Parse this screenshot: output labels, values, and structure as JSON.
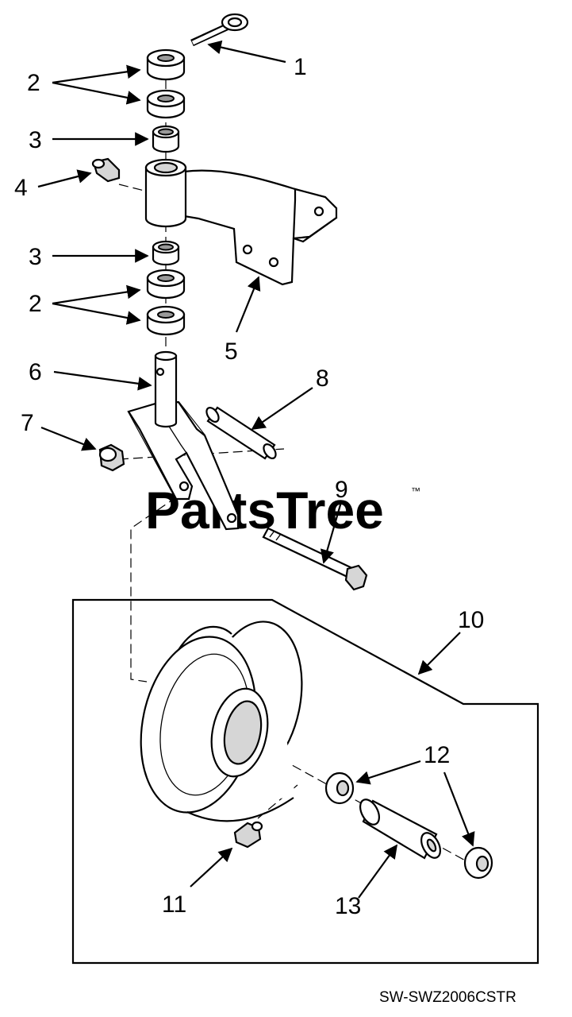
{
  "callouts": {
    "c1": "1",
    "c2a": "2",
    "c3a": "3",
    "c4": "4",
    "c3b": "3",
    "c5": "5",
    "c2b": "2",
    "c6": "6",
    "c7": "7",
    "c8": "8",
    "c9": "9",
    "c10": "10",
    "c11": "11",
    "c12": "12",
    "c13": "13"
  },
  "watermark": {
    "text": "PartsTree",
    "trademark": "™"
  },
  "part_code": "SW-SWZ2006CSTR",
  "colors": {
    "line": "#000000",
    "background": "#ffffff",
    "watermark": "#e2e2e2",
    "part_shade": "#d6d6d6"
  }
}
